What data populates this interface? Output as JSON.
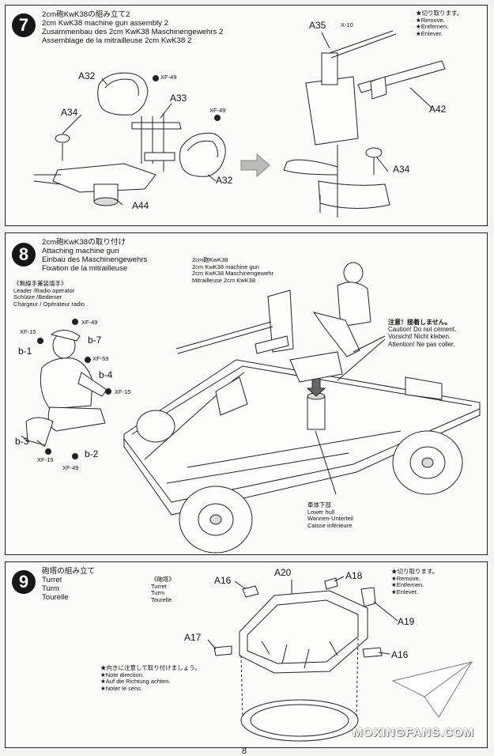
{
  "step7": {
    "number": "7",
    "title_jp": "2cm砲KwK38の組み立て2",
    "title_en": "2cm KwK38 machine gun assembly 2",
    "title_de": "Zusammenbau des 2cm KwK38 Maschinengewehrs 2",
    "title_fr": "Assemblage de la mitrailleuse 2cm KwK38 2",
    "remove_note": [
      "★切り取ります。",
      "★Remove.",
      "★Entfernen.",
      "★Enlever."
    ],
    "parts": {
      "a32_top": "A32",
      "a33": "A33",
      "a34_left": "A34",
      "a32_bottom": "A32",
      "a44": "A44",
      "a35": "A35",
      "x10": "X-10",
      "a42": "A42",
      "a34_right": "A34"
    },
    "paints": {
      "xf49_top": "XF-49",
      "xf49_mid": "XF-49"
    }
  },
  "step8": {
    "number": "8",
    "title_jp": "2cm砲KwK38の取り付け",
    "title_en": "Attaching machine gun",
    "title_de": "Einbau des Maschinengewehrs",
    "title_fr": "Fixation de la mitrailleuse",
    "figure_label": [
      "《無線手兼装填手》",
      "Leader /Radio operator",
      "Schütze /Bediener",
      "Chargeur / Opérateur radio"
    ],
    "gun_label": [
      "2cm砲KwK38",
      "2cm KwK38 machine gun",
      "2cm KwK38 Maschinengewehr",
      "Mitrailleuse 2cm KwK38"
    ],
    "caution": [
      "注意！接着しません。",
      "Caution! Do not cement.",
      "Vorsicht! Nicht kleben.",
      "Attention! Ne pas coller."
    ],
    "hull_label": [
      "車体下部",
      "Lower hull",
      "Wannen-Unterteil",
      "Caisse inférieure"
    ],
    "parts": {
      "b1": "b-1",
      "b7": "b-7",
      "b4": "b-4",
      "b3": "b-3",
      "b2": "b-2"
    },
    "paints": {
      "xf15_a": "XF-15",
      "xf49_a": "XF-49",
      "xf59": "XF-59",
      "xf15_b": "XF-15",
      "xf15_c": "XF-15",
      "xf49_b": "XF-49"
    }
  },
  "step9": {
    "number": "9",
    "title_jp": "砲塔の組み立て",
    "title_en": "Turret",
    "title_de": "Turm",
    "title_fr": "Tourelle",
    "sub_label": [
      "《砲塔》",
      "Turret",
      "Turm",
      "Tourelle"
    ],
    "remove_note": [
      "★切り取ります。",
      "★Remove.",
      "★Entfernen.",
      "★Enlever."
    ],
    "direction_note": [
      "★向きに注意して取り付けましょう。",
      "★Note direction.",
      "★Auf die Richtung achten.",
      "★Noter le sens."
    ],
    "parts": {
      "a16_left": "A16",
      "a20": "A20",
      "a18": "A18",
      "a19": "A19",
      "a17": "A17",
      "a16_right": "A16"
    }
  },
  "watermark": "MOXINGFANS.COM",
  "page_number": "8"
}
